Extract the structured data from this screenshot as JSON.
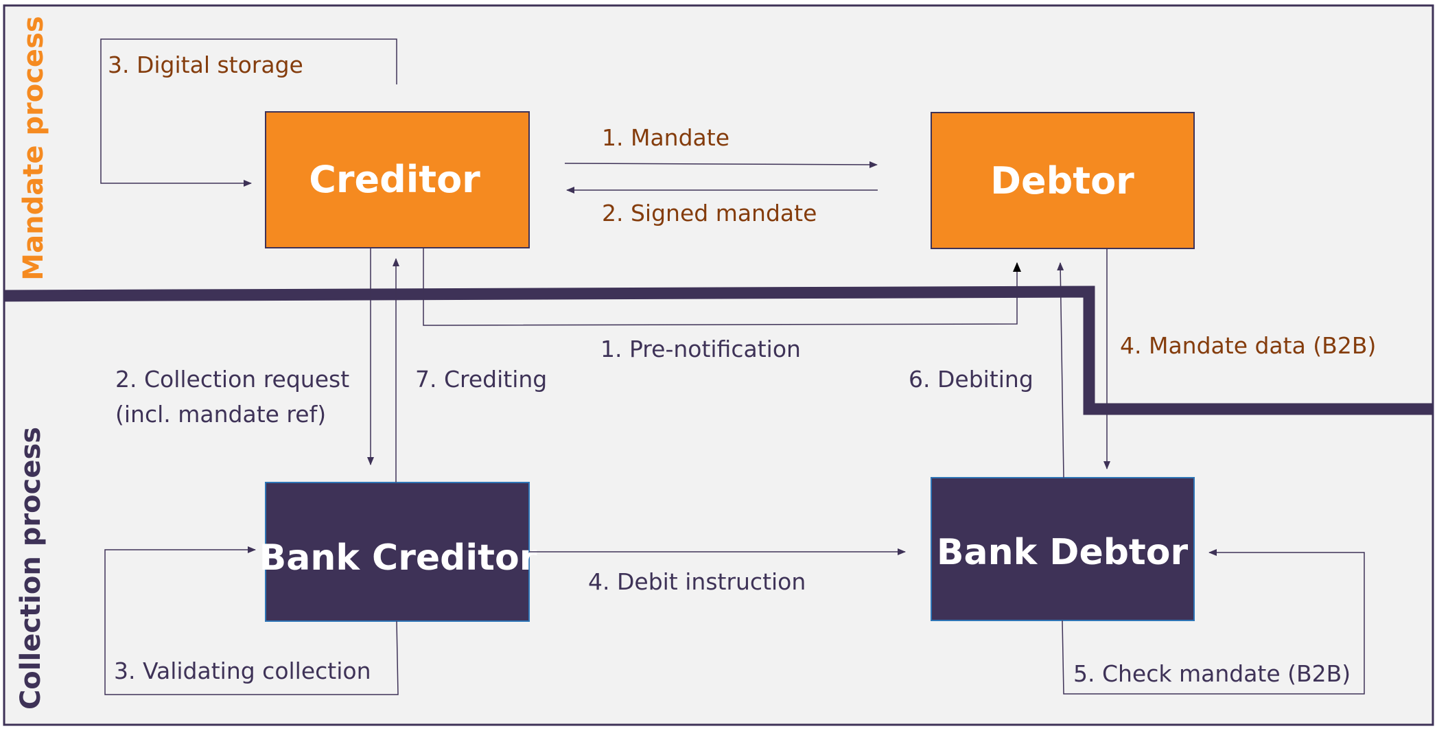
{
  "lanes": {
    "mandate_label": "Mandate process",
    "collection_label": "Collection process"
  },
  "boxes": {
    "creditor": "Creditor",
    "debtor": "Debtor",
    "bank_creditor": "Bank Creditor",
    "bank_debtor": "Bank Debtor"
  },
  "mandate_flows": {
    "digital_storage": "3. Digital storage",
    "mandate": "1. Mandate",
    "signed_mandate": "2. Signed mandate",
    "mandate_data": "4. Mandate data (B2B)"
  },
  "collection_flows": {
    "pre_notification": "1. Pre-notification",
    "collection_request_line1": "2. Collection request",
    "collection_request_line2": "(incl. mandate ref)",
    "crediting": "7. Crediting",
    "debiting": "6. Debiting",
    "debit_instruction": "4. Debit instruction",
    "validating_collection": "3. Validating collection",
    "check_mandate": "5. Check mandate (B2B)"
  },
  "colors": {
    "background": "#f2f2f2",
    "orange": "#f58a20",
    "navy": "#3e3257",
    "mandate_text": "#843c0c",
    "collection_text": "#3e3257",
    "separator": "#3e3257"
  }
}
